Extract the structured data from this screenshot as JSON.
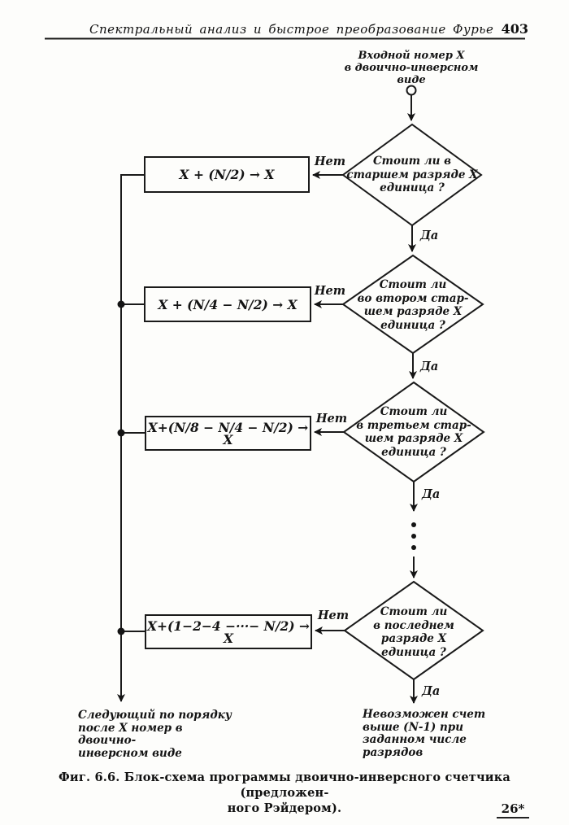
{
  "header": {
    "title": "Спектральный анализ и быстрое преобразование Фурье",
    "page_number": "403"
  },
  "flowchart": {
    "start_label": "Входной номер X\nв двоично-инверсном\nвиде",
    "yes_label": "Да",
    "no_label": "Нет",
    "decisions": [
      {
        "text": "Стоит ли в\nстаршем разряде X\nединица ?",
        "yes": "Да",
        "no": "Нет"
      },
      {
        "text": "Стоит ли\nво втором стар-\nшем разряде X\nединица ?",
        "yes": "Да",
        "no": "Нет"
      },
      {
        "text": "Стоит ли\nв третьем стар-\nшем разряде X\nединица ?",
        "yes": "Да",
        "no": "Нет"
      },
      {
        "text": "Стоит ли\nв последнем\nразряде X\nединица ?",
        "yes": "Да",
        "no": "Нет"
      }
    ],
    "processes": [
      {
        "formula": "X + (N/2) → X"
      },
      {
        "formula": "X + (N/4 − N/2) → X"
      },
      {
        "formula": "X+(N/8 − N/4 − N/2) → X"
      },
      {
        "formula": "X+(1−2−4 −···− N/2) → X"
      }
    ],
    "exit_left": "Следующий по порядку\nпосле X номер в двоично-\nинверсном виде",
    "exit_right": "Невозможен счет\nвыше (N-1) при\nзаданном числе\nразрядов"
  },
  "caption": {
    "line1": "Фиг. 6.6. Блок-схема программы двоично-инверсного счетчика (предложен-",
    "line2": "ного Рэйдером)."
  },
  "signature_mark": "26*"
}
